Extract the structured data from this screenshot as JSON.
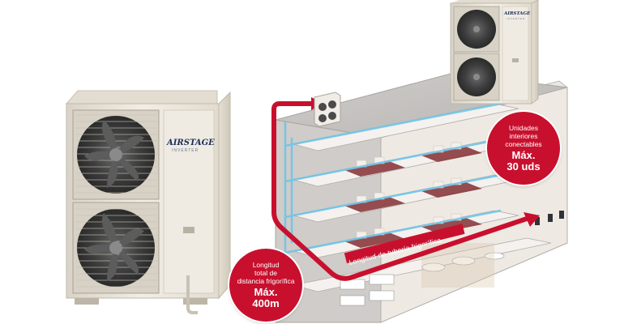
{
  "outdoor_unit_large": {
    "brand": "AIRSTAGE",
    "series": "INVERTER"
  },
  "outdoor_unit_small": {
    "brand": "AIRSTAGE",
    "series": "INVERTER"
  },
  "pipe_label": "Longitud de tubería frigorífica",
  "callout_length": {
    "line1": "Longitud",
    "line2": "total de",
    "line3": "distancia frigorífica",
    "value": "Máx.",
    "value2": "400m"
  },
  "callout_units": {
    "line1": "Unidades",
    "line2": "interiores",
    "line3": "conectables",
    "value": "Máx.",
    "value2": "30 uds"
  },
  "colors": {
    "accent_red": "#c8102e",
    "pipe_blue": "#6fc4e8",
    "unit_body": "#ece7dd"
  }
}
